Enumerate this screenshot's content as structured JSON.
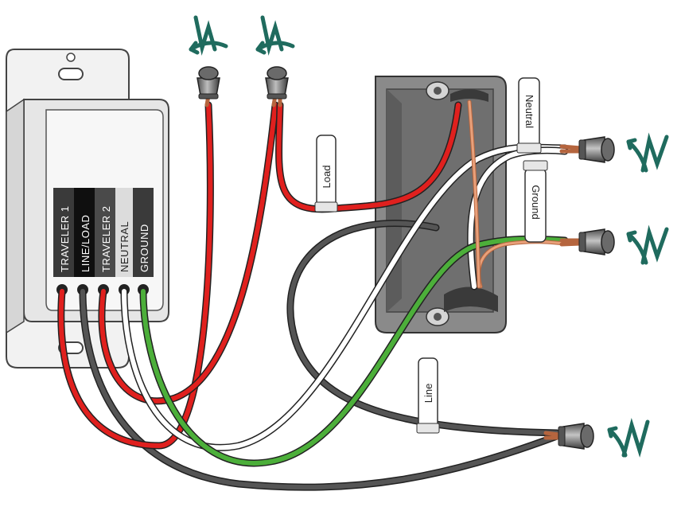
{
  "terminals": [
    {
      "label": "TRAVELER 1",
      "color": "#e0201e"
    },
    {
      "label": "LINE/LOAD",
      "color": "#3a3a3a"
    },
    {
      "label": "TRAVELER 2",
      "color": "#e0201e"
    },
    {
      "label": "NEUTRAL",
      "color": "#ffffff"
    },
    {
      "label": "GROUND",
      "color": "#4caf3a"
    }
  ],
  "tags": {
    "load": "Load",
    "neutral": "Neutral",
    "ground": "Ground",
    "line": "Line"
  },
  "colors": {
    "hot": "#e0201e",
    "line": "#3a3a3a",
    "neutral": "#ffffff",
    "ground": "#4caf3a",
    "copper": "#e8a07a",
    "box": "#7a7a7a",
    "arrow": "#1f6b5e"
  },
  "icons": [
    "wire-nut-icon",
    "twist-arrow-icon"
  ]
}
